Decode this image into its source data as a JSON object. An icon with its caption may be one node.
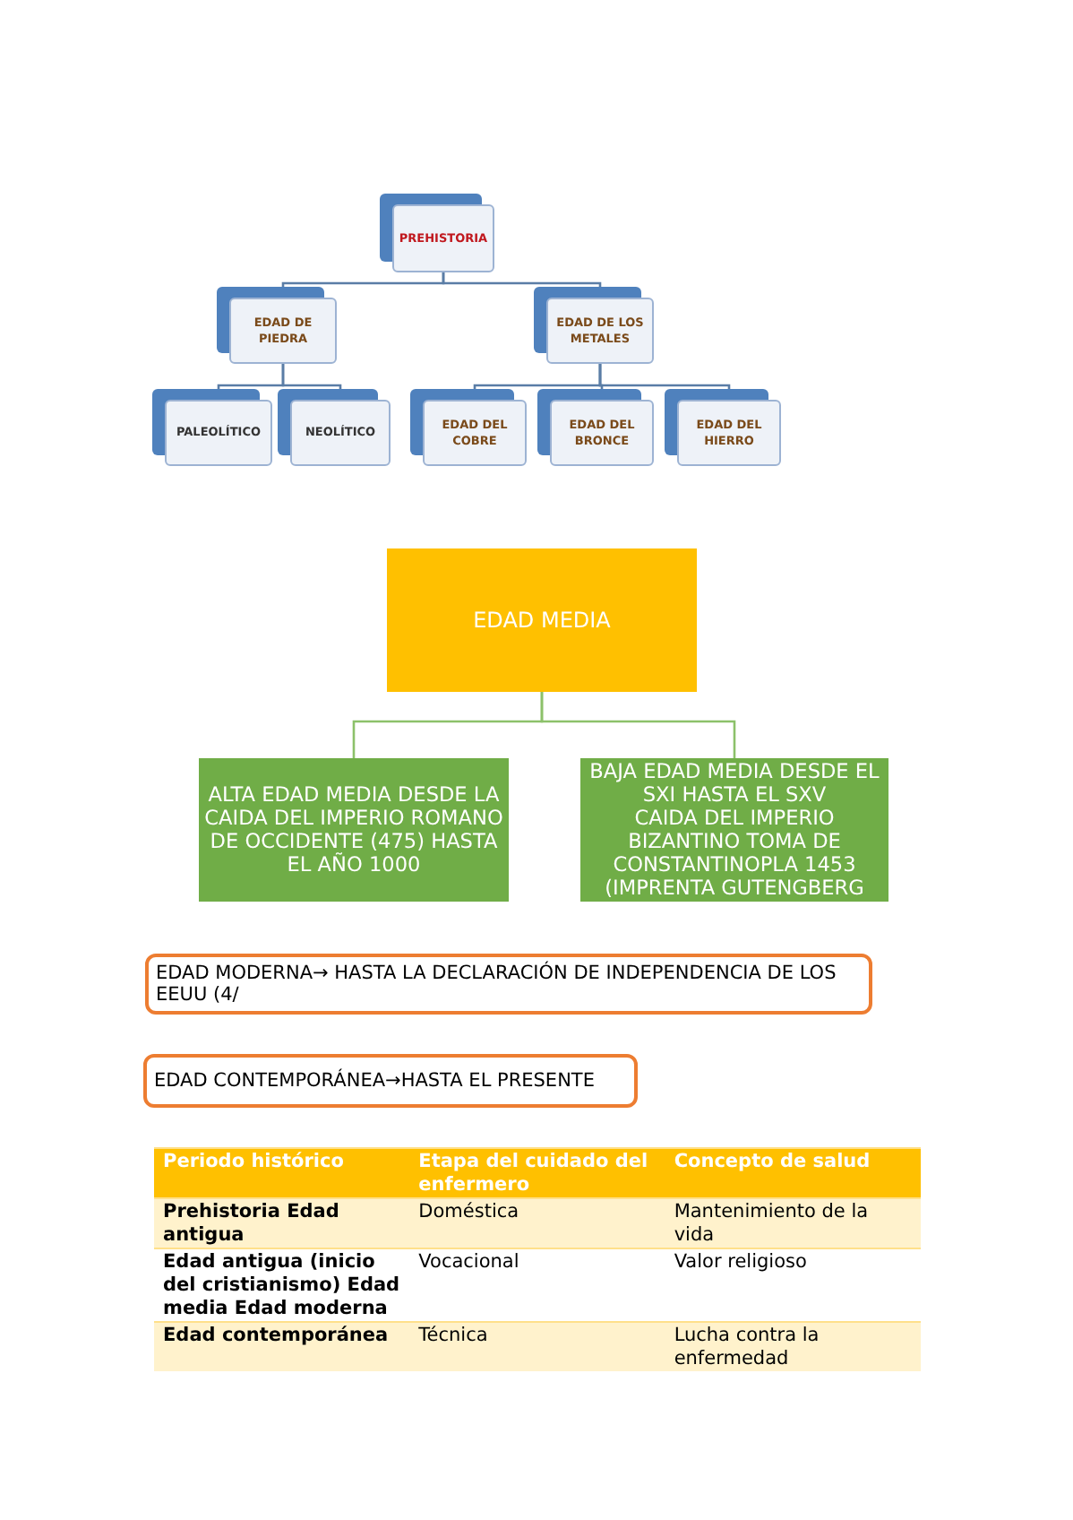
{
  "diagram": {
    "nodes": [
      {
        "text": [
          "PREHISTORIA"
        ]
      },
      {
        "text": [
          "EDAD DE PIEDRA"
        ]
      },
      {
        "text": [
          "EDAD DE LOS METALES"
        ]
      },
      {
        "text": [
          "PALEOLÍTICO"
        ]
      },
      {
        "text": [
          "NEOLÍTICO"
        ]
      },
      {
        "text": [
          "EDAD DEL COBRE"
        ]
      },
      {
        "text": [
          "EDAD DEL BRONCE"
        ]
      },
      {
        "text": [
          "EDAD DEL HIERRO"
        ]
      },
      {
        "text": [
          "EDAD MEDIA"
        ]
      },
      {
        "text": [
          "ALTA EDAD MEDIA DESDE LA CAIDA DEL IMPERIO ROMANO DE OCCIDENTE (475) HASTA EL AÑO 1000"
        ]
      },
      {
        "text": [
          "BAJA EDAD MEDIA DESDE EL SXI HASTA EL SXV",
          "CAIDA DEL IMPERIO BIZANTINO TOMA DE CONSTANTINOPLA 1453 (IMPRENTA GUTENGBERG"
        ]
      },
      {
        "text": [
          "EDAD MODERNA→ HASTA LA DECLARACIÓN DE INDEPENDENCIA DE LOS EEUU (4/"
        ]
      },
      {
        "text": [
          "EDAD CONTEMPORÁNEA→HASTA EL PRESENTE"
        ]
      }
    ],
    "edges": [
      {
        "from": 0,
        "to": 1,
        "arrow": "none"
      },
      {
        "from": 0,
        "to": 2,
        "arrow": "none"
      },
      {
        "from": 1,
        "to": 3,
        "arrow": "none"
      },
      {
        "from": 1,
        "to": 4,
        "arrow": "none"
      },
      {
        "from": 2,
        "to": 5,
        "arrow": "none"
      },
      {
        "from": 2,
        "to": 6,
        "arrow": "none"
      },
      {
        "from": 2,
        "to": 7,
        "arrow": "none"
      },
      {
        "from": 8,
        "to": 9,
        "arrow": "none",
        "color": "#8cc16a"
      },
      {
        "from": 8,
        "to": 10,
        "arrow": "none",
        "color": "#8cc16a"
      }
    ],
    "labels": [
      "Periodo histórico",
      "Etapa del cuidado del enfermero",
      "Concepto de salud",
      "Prehistoria Edad antigua",
      "Doméstica",
      "Mantenimiento de la vida",
      "Edad antigua (inicio del cristianismo) Edad media Edad moderna",
      "Vocacional",
      "Valor religioso",
      "Edad contemporánea",
      "Técnica",
      "Lucha contra la enfermedad"
    ]
  }
}
